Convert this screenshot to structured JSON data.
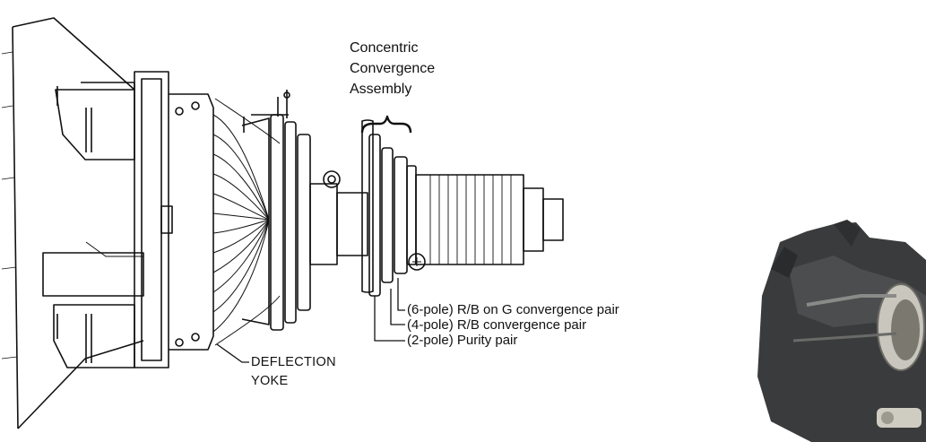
{
  "title_lines": [
    "Concentric",
    "Convergence",
    "Assembly"
  ],
  "callouts": [
    "(6-pole) R/B on G convergence pair",
    "(4-pole) R/B convergence pair",
    "(2-pole) Purity pair"
  ],
  "yoke_lines": [
    "DEFLECTION",
    "YOKE"
  ],
  "colors": {
    "ink": "#111111",
    "metal_dark": "#3a3b3c",
    "metal_light": "#c9c6bd"
  }
}
